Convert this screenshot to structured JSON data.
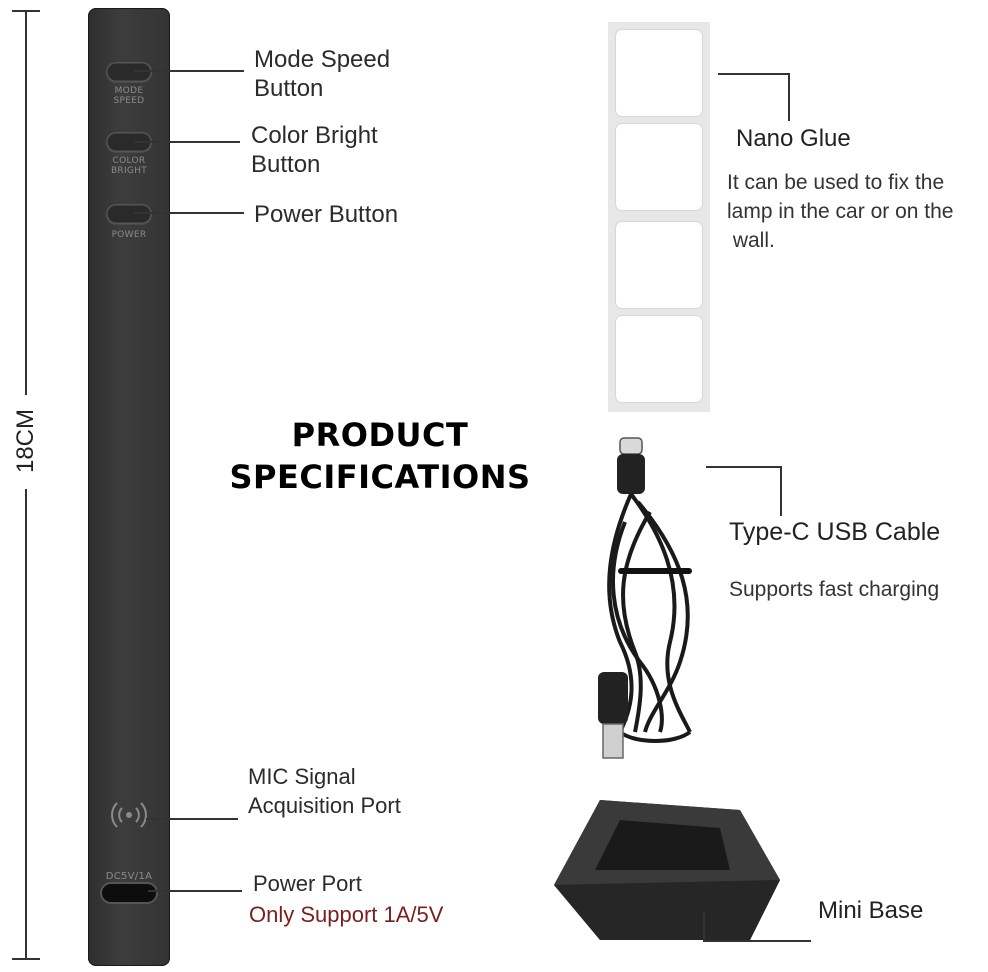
{
  "dimension_label": "18CM",
  "title_lines": [
    "PRODUCT",
    "SPECIFICATIONS"
  ],
  "lamp": {
    "buttons": [
      {
        "engraving": [
          "MODE",
          "SPEED"
        ]
      },
      {
        "engraving": [
          "COLOR",
          "BRIGHT"
        ]
      },
      {
        "engraving": [
          "POWER"
        ]
      }
    ],
    "port_engraving": "DC5V/1A"
  },
  "callouts": {
    "mode_speed": [
      "Mode Speed",
      "Button"
    ],
    "color_bright": [
      "Color Bright",
      "Button"
    ],
    "power_button": "Power Button",
    "mic": [
      "MIC Signal",
      "Acquisition Port"
    ],
    "power_port": "Power Port",
    "power_port_note": "Only Support 1A/5V"
  },
  "nano_glue": {
    "heading": "Nano Glue",
    "description": [
      "It can be used to fix the",
      "lamp in the car or on the",
      " wall."
    ]
  },
  "usb_cable": {
    "heading": "Type-C USB Cable",
    "description": "Supports fast charging"
  },
  "mini_base": {
    "label": "Mini Base"
  },
  "colors": {
    "note_red": "#7a1e1e",
    "lamp_body": "#333333"
  }
}
